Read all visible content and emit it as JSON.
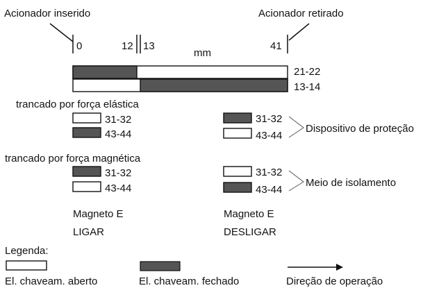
{
  "header": {
    "actuator_inserted": "Acionador inserido",
    "actuator_removed": "Acionador retirado"
  },
  "scale": {
    "tick_0": "0",
    "tick_12": "12",
    "tick_13": "13",
    "tick_41": "41",
    "unit": "mm"
  },
  "travel_bars": [
    {
      "label": "21-22",
      "closed_from": 0,
      "closed_to": 12.5
    },
    {
      "label": "13-14",
      "closed_from": 13,
      "closed_to": 41
    }
  ],
  "spring_locked": {
    "title": "trancado por força elástica",
    "left": [
      {
        "label": "31-32",
        "state": "open"
      },
      {
        "label": "43-44",
        "state": "closed"
      }
    ],
    "right": [
      {
        "label": "31-32",
        "state": "closed"
      },
      {
        "label": "43-44",
        "state": "open"
      }
    ],
    "annotation": "Dispositivo de proteção"
  },
  "magnet_locked": {
    "title": "trancado por força magnética",
    "left": [
      {
        "label": "31-32",
        "state": "closed"
      },
      {
        "label": "43-44",
        "state": "open"
      }
    ],
    "right": [
      {
        "label": "31-32",
        "state": "open"
      },
      {
        "label": "43-44",
        "state": "closed"
      }
    ],
    "annotation": "Meio de isolamento",
    "caption_left_1": "Magneto E",
    "caption_left_2": "LIGAR",
    "caption_right_1": "Magneto E",
    "caption_right_2": "DESLIGAR"
  },
  "legend": {
    "title": "Legenda:",
    "open_label": "El. chaveam. aberto",
    "closed_label": "El. chaveam. fechado",
    "direction_label": "Direção de operação"
  },
  "colors": {
    "closed_fill": "#555555",
    "open_fill": "#ffffff",
    "stroke": "#111111"
  }
}
